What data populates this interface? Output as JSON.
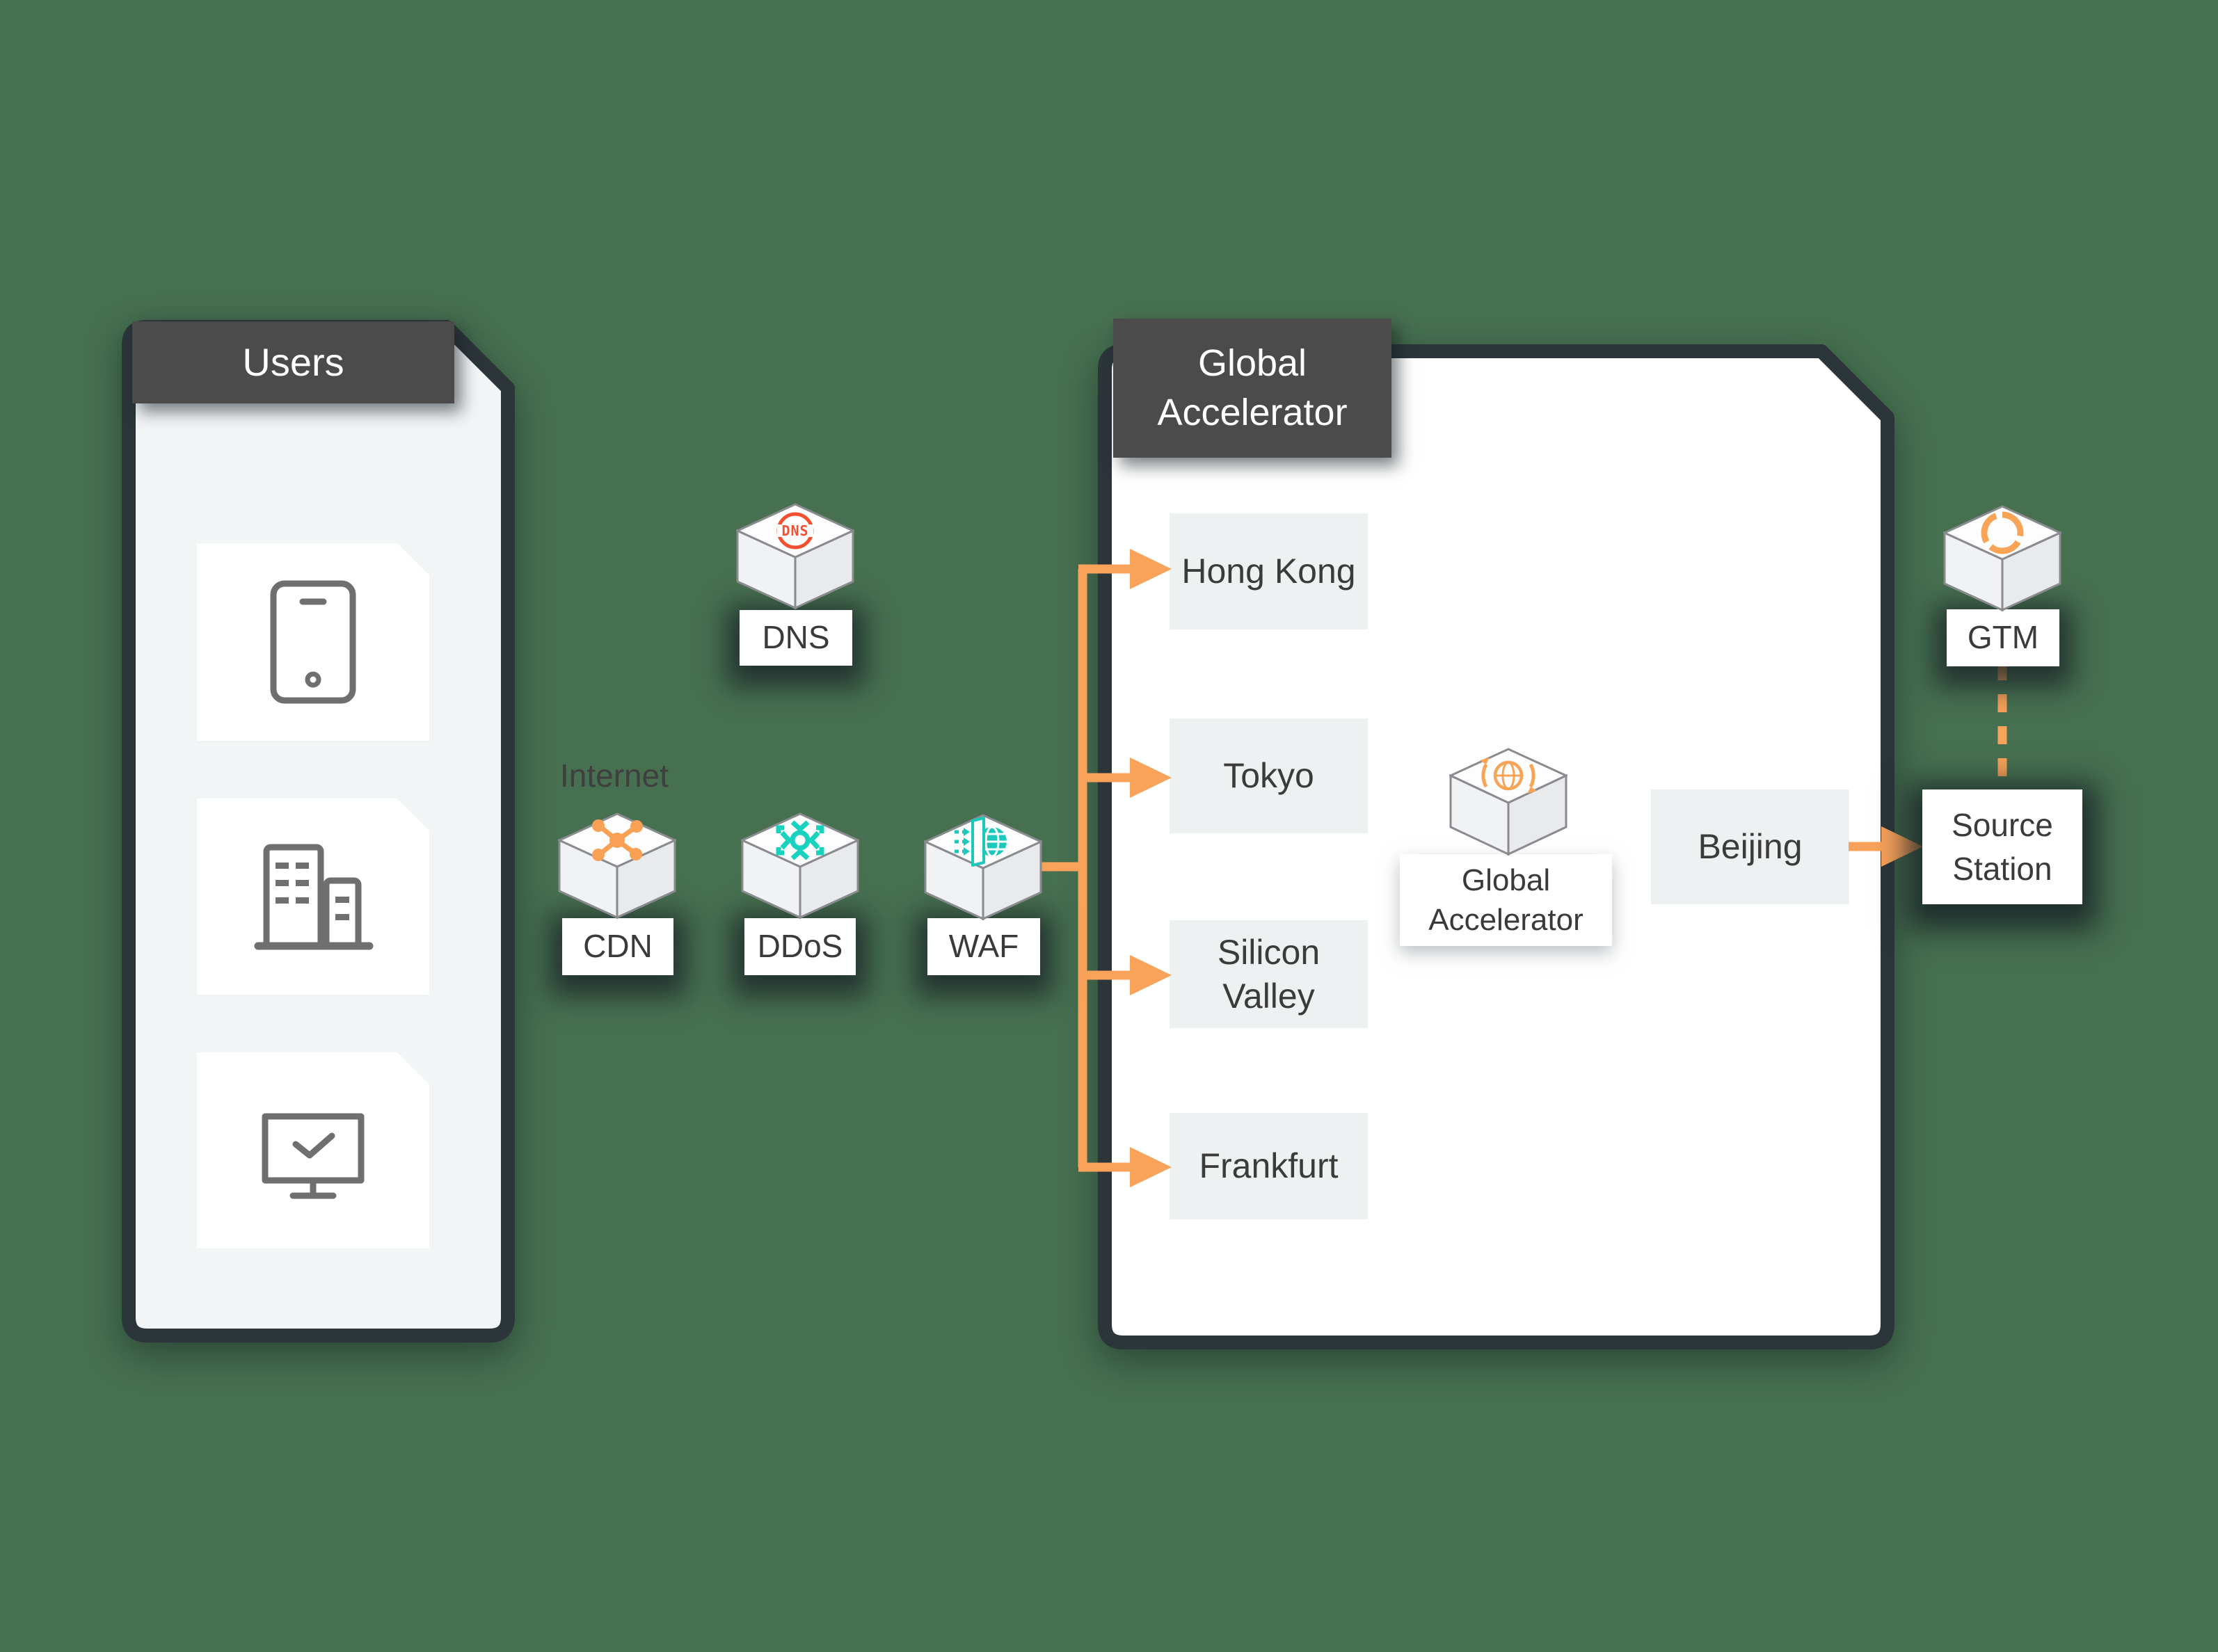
{
  "colors": {
    "background": "#477050",
    "panel_border": "#2B353A",
    "panel_fill_users": "#F2F5F6",
    "panel_fill_accelerator": "#FFFFFF",
    "title_bg": "#4B4B4B",
    "region_fill": "#EDF1F2",
    "accent_orange": "#F9A25A",
    "icon_teal": "#18D2C0",
    "icon_red": "#F4502F",
    "icon_gray": "#6F6F6F"
  },
  "users_panel": {
    "title": "Users",
    "device_icons": [
      "tablet-icon",
      "office-buildings-icon",
      "monitor-check-icon"
    ]
  },
  "internet_label": "Internet",
  "services": {
    "dns": {
      "label": "DNS",
      "icon": "dns-globe-icon"
    },
    "cdn": {
      "label": "CDN",
      "icon": "cdn-network-icon"
    },
    "ddos": {
      "label": "DDoS",
      "icon": "ddos-shield-icon"
    },
    "waf": {
      "label": "WAF",
      "icon": "waf-firewall-icon"
    }
  },
  "accelerator_panel": {
    "title": "Global Accelerator",
    "regions": [
      "Hong Kong",
      "Tokyo",
      "Silicon Valley",
      "Frankfurt"
    ],
    "core_node": {
      "label": "Global Accelerator",
      "icon": "global-accelerator-icon"
    },
    "destination_region": "Beijing"
  },
  "gtm": {
    "label": "GTM",
    "icon": "gtm-traffic-manager-icon"
  },
  "source_station": {
    "label": "Source Station"
  }
}
